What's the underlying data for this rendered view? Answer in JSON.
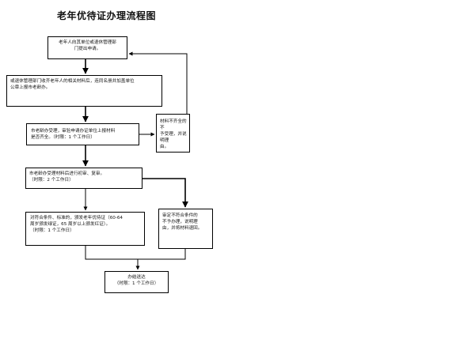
{
  "title": "老年优待证办理流程图",
  "steps": {
    "apply": "老年人向其单位或退休管理部\n门提出申请。",
    "submit": "或退休管理部门收齐老年人的相关材料后，连同名册并加盖单位\n公章上报市老龄办。",
    "review_materials": "市老龄办受理，审验申请办证单位上报材料\n是否齐全。（时限：1 个工作日）",
    "incomplete": "材料不齐全的不\n予受理，并说明理\n由。",
    "verify": "市老龄办受理材料后进行初审、复审。\n（时限：2 个工作日）",
    "eligible": "对符合条件、标准的，颁发老年优待证（60-64\n周岁颁发绿证，65 周岁以上颁发红证）。\n（时限：1 个工作日）",
    "ineligible": "审定不符合条件的\n不予办理，说明理\n由，并将材料退回。",
    "done": "办结送达\n（时限：1 个工作日）"
  }
}
